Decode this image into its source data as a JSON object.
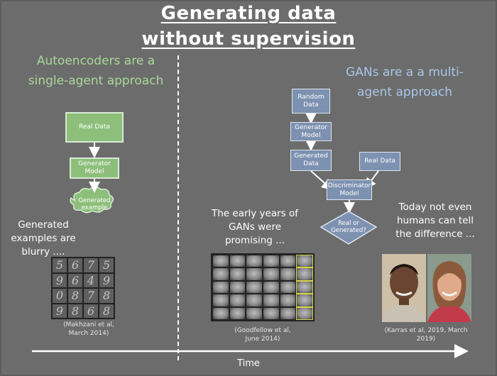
{
  "title": {
    "line1": "Generating data",
    "line2": "without supervision"
  },
  "left": {
    "heading_line1": "Autoencoders are a",
    "heading_line2": "single-agent approach",
    "nodes": {
      "real_data": "Real Data",
      "generator": "Generator Model",
      "generated": "Generated example"
    },
    "note": [
      "Generated",
      "examples are",
      "blurry ...."
    ],
    "citation": [
      "(Makhzani et al,",
      "March 2014)"
    ],
    "digits": [
      "5",
      "6",
      "7",
      "5",
      "9",
      "6",
      "4",
      "9",
      "0",
      "8",
      "7",
      "8",
      "9",
      "8",
      "6",
      "8"
    ]
  },
  "right": {
    "heading_line1": "GANs are a a multi-",
    "heading_line2": "agent approach",
    "nodes": {
      "random_data": "Random Data",
      "generator": "Generator Model",
      "generated_data": "Generated Data",
      "real_data": "Real Data",
      "discriminator": "Discriminator Model",
      "decision": "Real or Generated?"
    },
    "early_note": [
      "The early years of",
      "GANs were",
      "promising ..."
    ],
    "early_citation": [
      "(Goodfellow et al,",
      "June 2014)"
    ],
    "today_note": [
      "Today not even",
      "humans can tell",
      "the difference ..."
    ],
    "today_citation": [
      "(Karras et al, 2019, March",
      "2019)"
    ]
  },
  "timeline": {
    "label": "Time"
  },
  "colors": {
    "background": "#6c6c6c",
    "green_text": "#a8d99a",
    "blue_text": "#a9c7ea",
    "green_box": "#8dbf7b",
    "blue_box": "#7d91b0"
  }
}
